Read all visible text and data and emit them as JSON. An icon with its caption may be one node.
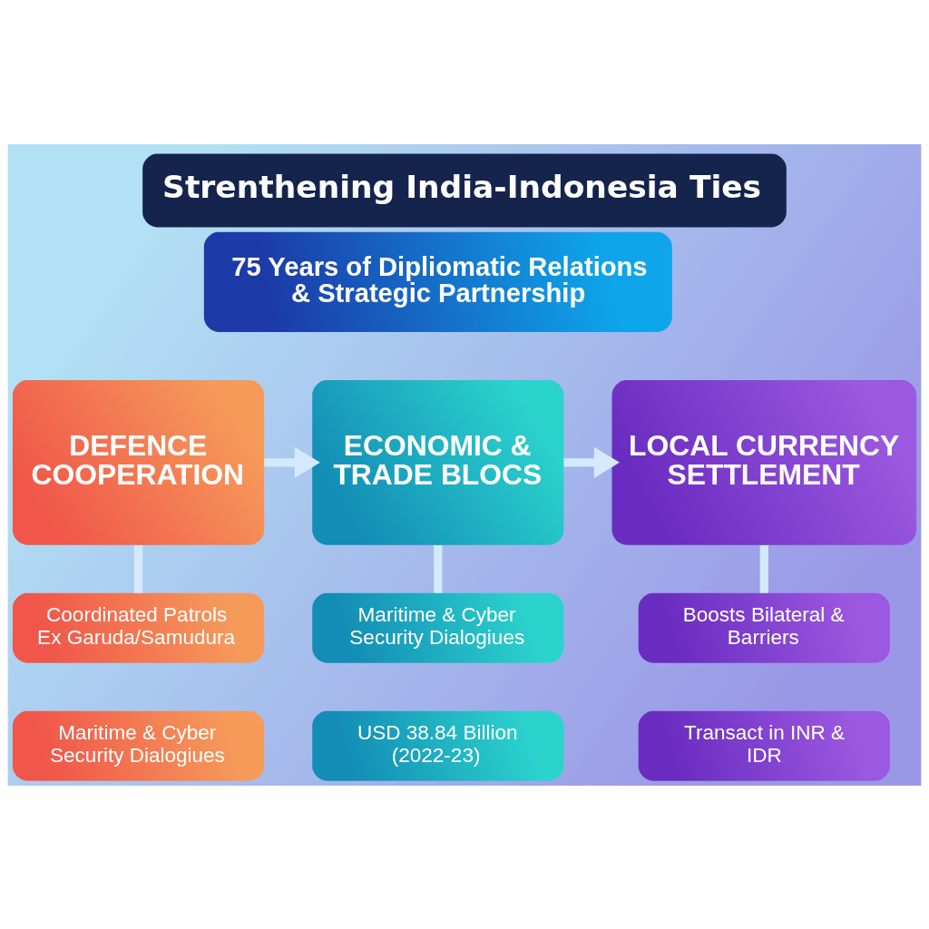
{
  "diagram": {
    "title": "Strenthening India-Indonesia Ties",
    "nodes": [
      {
        "text": [
          "75 Years of Dipliomatic Relations & Strategic Partnership"
        ]
      },
      {
        "text": [
          "DEFENCE COOPERATION"
        ]
      },
      {
        "text": [
          "ECONOMIC & TRADE BLOCS"
        ]
      },
      {
        "text": [
          "LOCAL CURRENCY SETTLEMENT"
        ]
      },
      {
        "text": [
          "Coordinated Patrols Ex Garuda/Samudura"
        ]
      },
      {
        "text": [
          "Maritime & Cyber Security Dialogiues"
        ]
      },
      {
        "text": [
          "Boosts Bilateral & Barriers"
        ]
      },
      {
        "text": [
          "Maritime & Cyber Security Dialogiues"
        ]
      },
      {
        "text": [
          "USD 38.84 Billion (2022-23)"
        ]
      },
      {
        "text": [
          "Transact in INR & IDR"
        ]
      }
    ],
    "edges": [
      {
        "from": 1,
        "to": 2,
        "arrow": "to"
      },
      {
        "from": 2,
        "to": 3,
        "arrow": "to"
      },
      {
        "from": 1,
        "to": 4,
        "arrow": "none"
      },
      {
        "from": 2,
        "to": 5,
        "arrow": "none"
      },
      {
        "from": 3,
        "to": 6,
        "arrow": "none"
      }
    ]
  }
}
